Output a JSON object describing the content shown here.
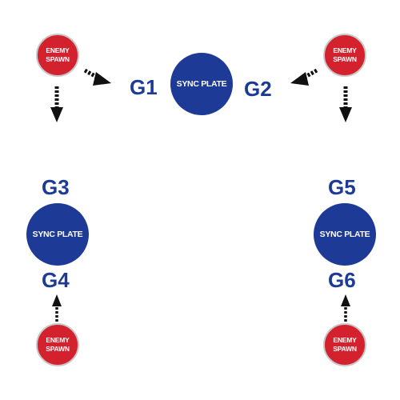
{
  "spawn_label": "ENEMY\nSPAWN",
  "plate_label": "SYNC PLATE",
  "groups": {
    "g1": "G1",
    "g2": "G2",
    "g3": "G3",
    "g4": "G4",
    "g5": "G5",
    "g6": "G6"
  },
  "colors": {
    "spawn": "#d3212e",
    "spawn_border": "#c8c8c8",
    "plate": "#1d3a97",
    "label": "#1d3a97",
    "arrow": "#111111"
  }
}
